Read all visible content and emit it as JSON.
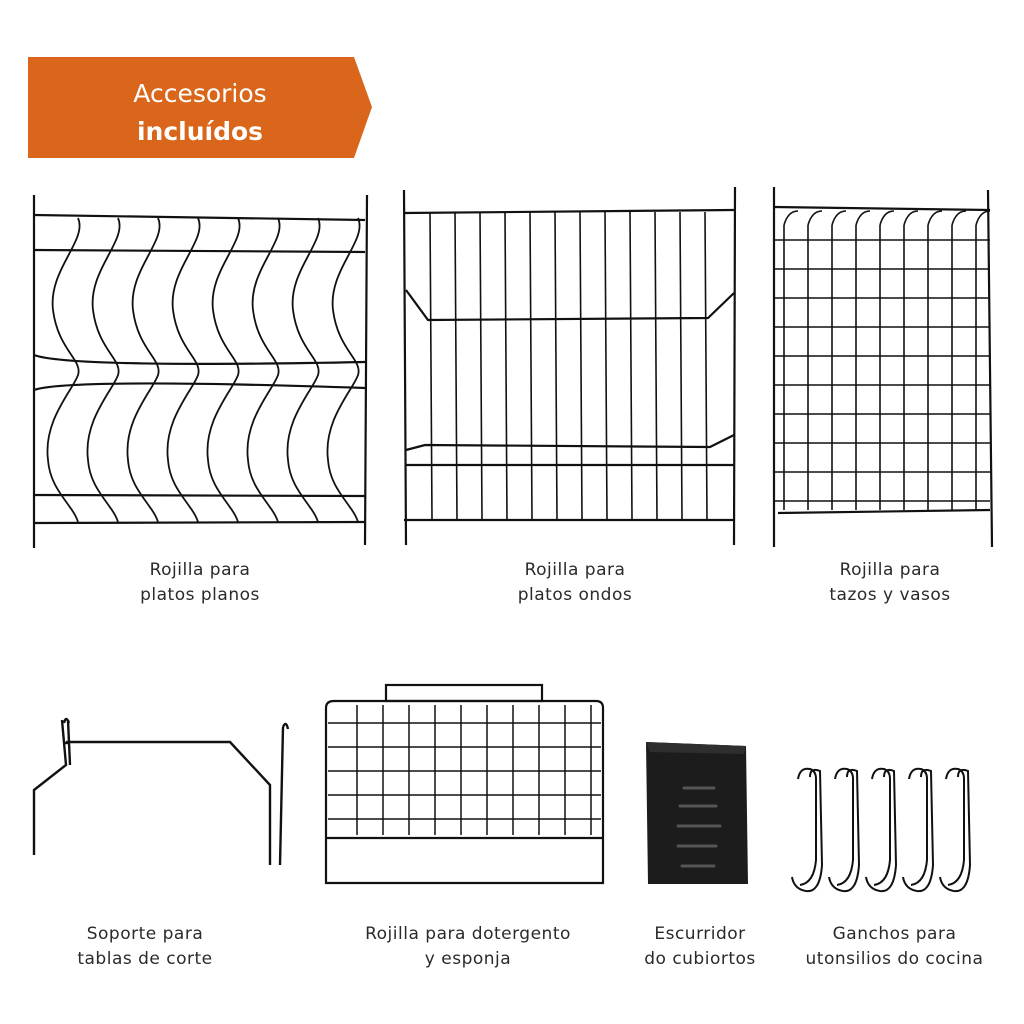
{
  "banner": {
    "line1": "Accesorios",
    "line2": "incluídos",
    "color": "#d9661a"
  },
  "items": [
    {
      "id": "rack-flat-plates",
      "line1": "Rojilla para",
      "line2": "platos planos"
    },
    {
      "id": "rack-deep-plates",
      "line1": "Rojilla para",
      "line2": "platos ondos"
    },
    {
      "id": "rack-cups",
      "line1": "Rojilla para",
      "line2": "tazos y vasos"
    },
    {
      "id": "cutting-board-stand",
      "line1": "Soporte para",
      "line2": "tablas de corte"
    },
    {
      "id": "sponge-rack",
      "line1": "Rojilla para dotergento",
      "line2": "y esponja"
    },
    {
      "id": "cutlery-drainer",
      "line1": "Escurridor",
      "line2": "do cubiortos"
    },
    {
      "id": "utensil-hooks",
      "line1": "Ganchos para",
      "line2": "utonsilios do cocina"
    }
  ]
}
